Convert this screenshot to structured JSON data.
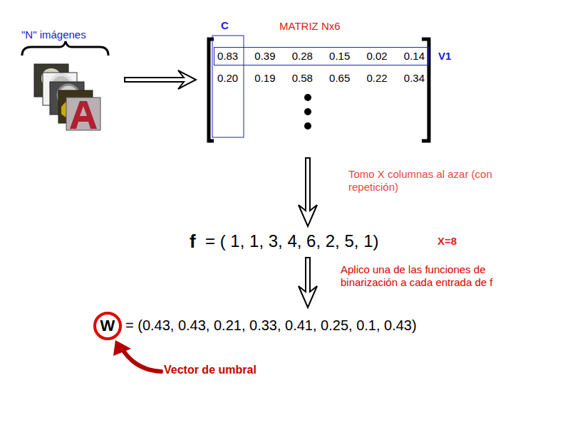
{
  "diagram": {
    "nodes": [
      {
        "text": [
          "0.83 0.39 0.28 0.15 0.02 0.14",
          "V1"
        ]
      },
      {
        "text": [
          "W"
        ]
      }
    ],
    "labels": [
      "\"N\" imágenes",
      "C",
      "MATRIZ Nx6",
      "0.20 0.19 0.58 0.65 0.22 0.34",
      "Tomo X columnas al azar (con repetición)",
      "f",
      "= ( 1, 1, 3, 4, 6, 2, 5, 1)",
      "X=8",
      "Aplico una de las funciones de binarización a cada entrada de f",
      "= (0.43, 0.43, 0.21, 0.33, 0.41, 0.25, 0.1, 0.43)",
      "Vector de umbral"
    ]
  }
}
